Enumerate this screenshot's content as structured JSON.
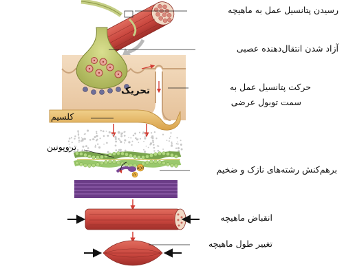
{
  "labels": {
    "ap_arrival": "رسیدن پتانسیل عمل به ماهیچه",
    "nt_release": "آزاد شدن انتقال‌دهنده عصبی",
    "ap_travel_line1": "حرکت پتانسیل عمل به",
    "ap_travel_line2": "سمت توبول عرضی",
    "stimulation": "تحریک",
    "calcium": "کلسیم",
    "troponin": "تروپونین",
    "filament_interaction": "برهم‌کنش رشته‌های نازک و ضخیم",
    "contraction": "انقباض ماهیچه",
    "length_change": "تغییر طول ماهیچه",
    "adp": "ADP",
    "pi": "Pi"
  },
  "colors": {
    "muscle_red": "#c9463e",
    "membrane_tan": "#e8c9a0",
    "sr_gold": "#e3b45e",
    "thin_filament_green": "#8fc25d",
    "thick_filament_purple": "#6b3c87",
    "arrow_red": "#d23c33"
  }
}
